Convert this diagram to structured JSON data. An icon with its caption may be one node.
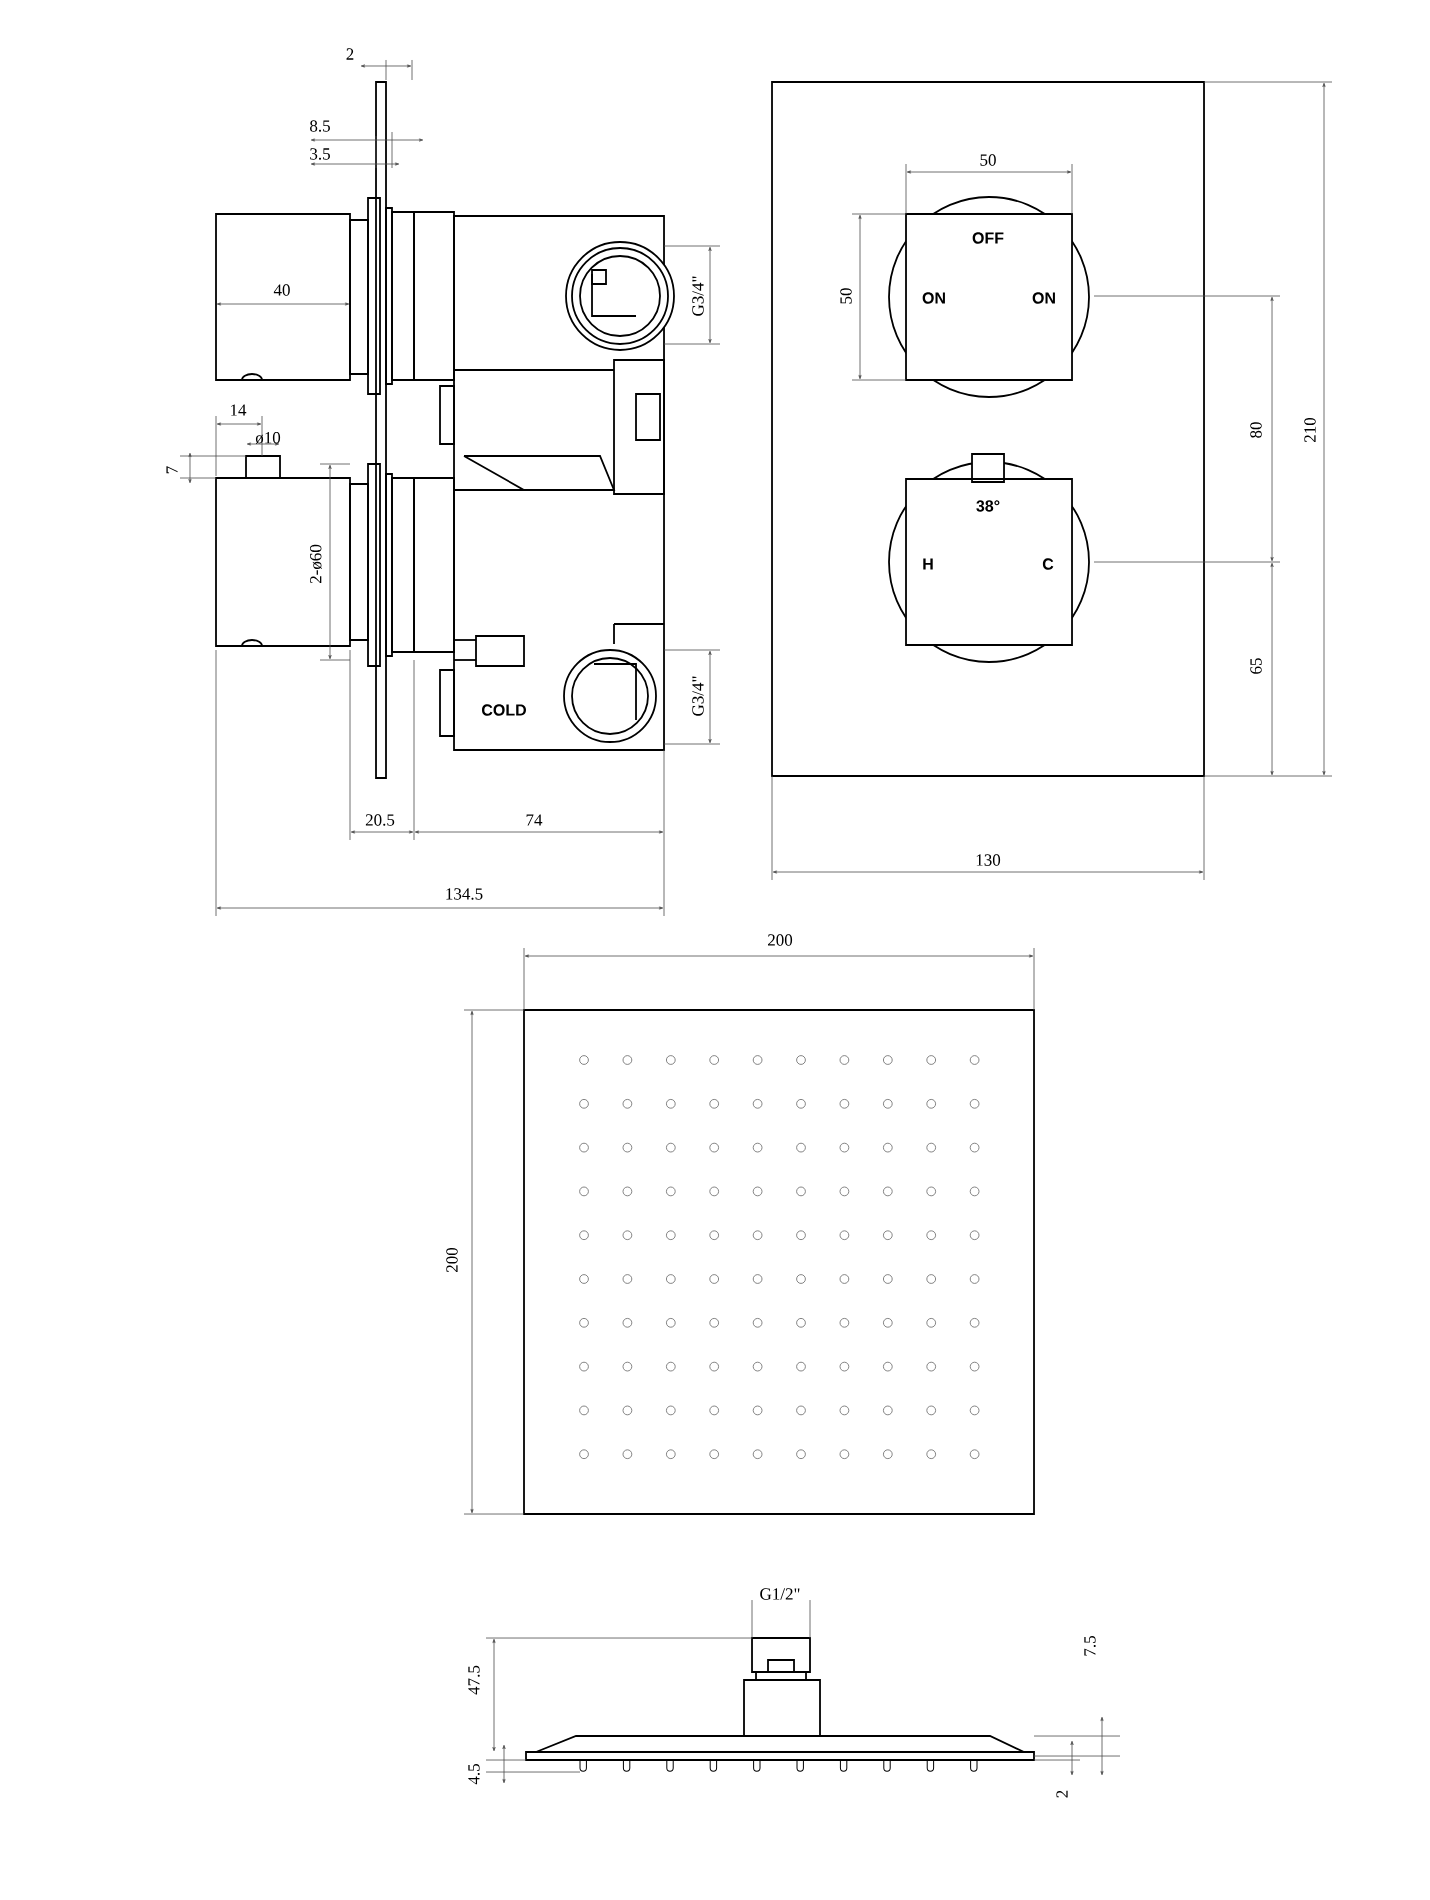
{
  "diagram": {
    "labels": [
      "2",
      "8.5",
      "3.5",
      "40",
      "G3/4\"",
      "14",
      "ø10",
      "7",
      "2-ø60",
      "COLD",
      "G3/4\"",
      "20.5",
      "74",
      "134.5",
      "50",
      "OFF",
      "50",
      "ON",
      "ON",
      "80",
      "210",
      "38°",
      "H",
      "C",
      "65",
      "130",
      "200",
      "200",
      "G1/2\"",
      "47.5",
      "7.5",
      "4.5",
      "2"
    ]
  }
}
